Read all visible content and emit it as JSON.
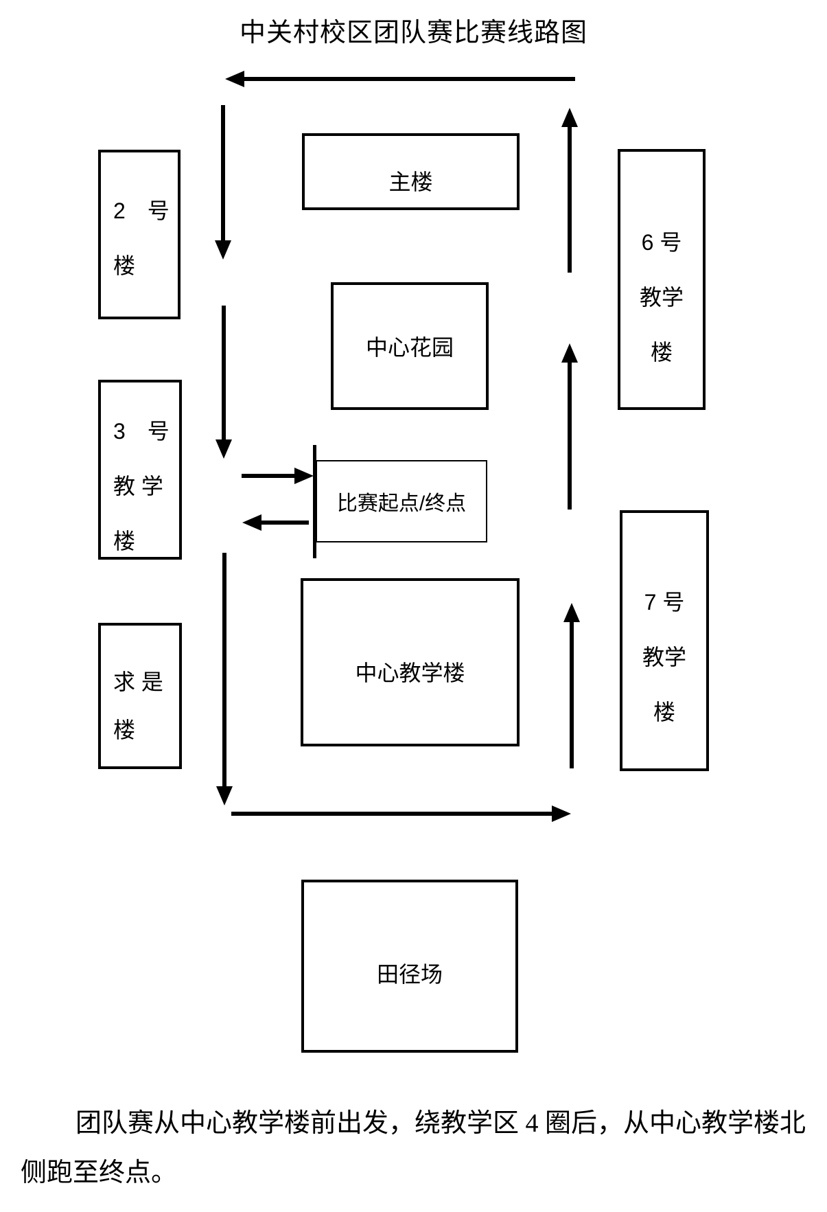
{
  "page": {
    "title": "中关村校区团队赛比赛线路图",
    "background": "#ffffff",
    "ink": "#000000"
  },
  "boxes": {
    "main_building": {
      "label": "主楼"
    },
    "building_2": {
      "lines": [
        "2　号",
        "楼"
      ]
    },
    "building_6": {
      "lines": [
        "6 号",
        "教学",
        "楼"
      ]
    },
    "central_garden": {
      "label": "中心花园"
    },
    "building_3": {
      "lines": [
        "3　号",
        "教 学",
        "楼"
      ]
    },
    "start_finish": {
      "label": "比赛起点/终点"
    },
    "building_7": {
      "lines": [
        "7 号",
        "教学",
        "楼"
      ]
    },
    "qiushi_building": {
      "lines": [
        "求 是",
        "楼"
      ]
    },
    "central_teaching": {
      "label": "中心教学楼"
    },
    "track_field": {
      "label": "田径场"
    }
  },
  "note": {
    "line1": "团队赛从中心教学楼前出发，绕教学区 4 圈后，从中心教学楼北",
    "line2": "侧跑至终点。"
  },
  "arrows": [
    {
      "name": "arrow-top-westward",
      "direction": "left"
    },
    {
      "name": "arrow-left-down-1",
      "direction": "down"
    },
    {
      "name": "arrow-right-up-1",
      "direction": "up"
    },
    {
      "name": "arrow-left-down-2",
      "direction": "down"
    },
    {
      "name": "arrow-right-up-2",
      "direction": "up"
    },
    {
      "name": "arrow-into-start",
      "direction": "right"
    },
    {
      "name": "arrow-out-of-start",
      "direction": "left"
    },
    {
      "name": "arrow-left-down-3",
      "direction": "down"
    },
    {
      "name": "arrow-right-up-3",
      "direction": "up"
    },
    {
      "name": "arrow-bottom-eastward",
      "direction": "right"
    }
  ]
}
